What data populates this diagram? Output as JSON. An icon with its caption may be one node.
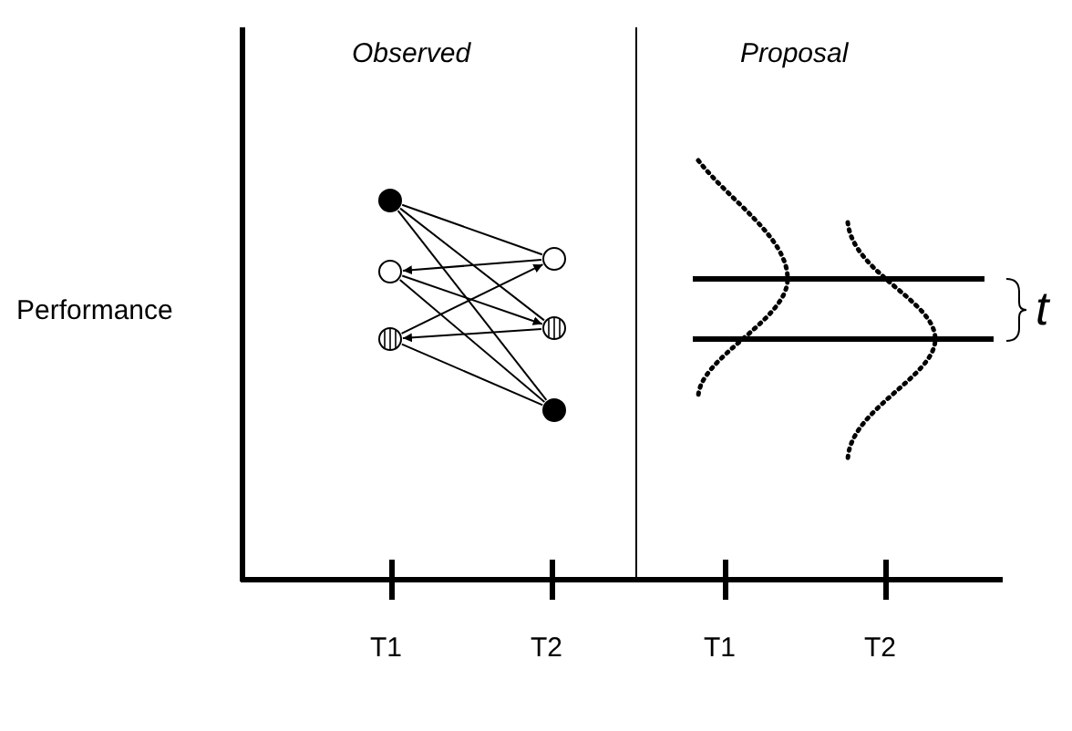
{
  "diagram": {
    "nodes": [
      {
        "text": [],
        "shape": "circle"
      },
      {
        "text": [],
        "shape": "circle"
      },
      {
        "text": [],
        "shape": "circle"
      },
      {
        "text": [],
        "shape": "circle"
      },
      {
        "text": [],
        "shape": "circle"
      },
      {
        "text": [],
        "shape": "circle"
      }
    ],
    "edges": [
      {
        "from": 0,
        "to": 3,
        "arrow": "none"
      },
      {
        "from": 0,
        "to": 4,
        "arrow": "none"
      },
      {
        "from": 0,
        "to": 5,
        "arrow": "none"
      },
      {
        "from": 3,
        "to": 1,
        "arrow": "to"
      },
      {
        "from": 1,
        "to": 4,
        "arrow": "to"
      },
      {
        "from": 5,
        "to": 1,
        "arrow": "none"
      },
      {
        "from": 2,
        "to": 3,
        "arrow": "to"
      },
      {
        "from": 4,
        "to": 2,
        "arrow": "to"
      },
      {
        "from": 2,
        "to": 5,
        "arrow": "none"
      }
    ],
    "labels": [
      "Observed",
      "Proposal",
      "Performance",
      "t",
      "T1",
      "T2",
      "T1",
      "T2"
    ]
  }
}
